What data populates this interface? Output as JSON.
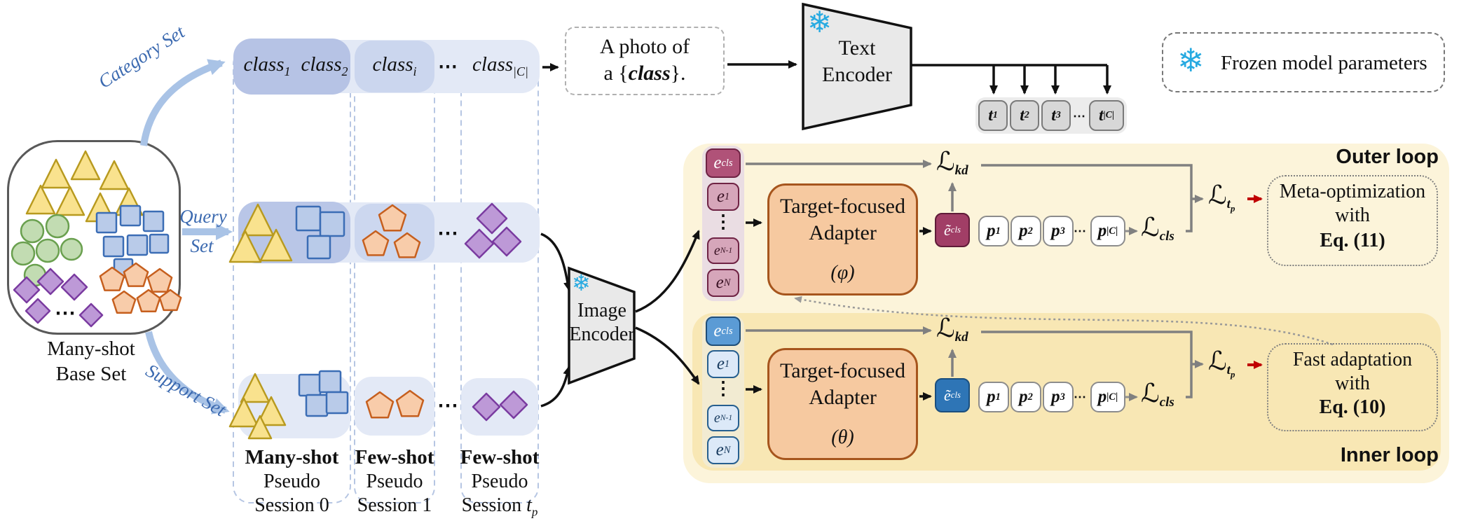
{
  "base_set": {
    "label_line1": "Many-shot",
    "label_line2": "Base Set",
    "dots": "⋯"
  },
  "flow_labels": {
    "category": "Category Set",
    "query_line1": "Query",
    "query_line2": "Set",
    "support": "Support Set"
  },
  "class_tokens": [
    {
      "base": "class",
      "sub": "1"
    },
    {
      "base": "class",
      "sub": "2"
    },
    {
      "base": "class",
      "sub": "i"
    },
    {
      "base": "class",
      "sub": "|C|"
    }
  ],
  "class_dots": "⋯",
  "prompt": {
    "line1": "A photo of",
    "line2_pre": "a {",
    "line2_class": "class",
    "line2_post": "}."
  },
  "text_encoder": {
    "line1": "Text",
    "line2": "Encoder"
  },
  "image_encoder": {
    "line1": "Image",
    "line2": "Encoder"
  },
  "t_tokens": [
    {
      "base": "t",
      "sub": "1"
    },
    {
      "base": "t",
      "sub": "2"
    },
    {
      "base": "t",
      "sub": "3"
    },
    {
      "base": "t",
      "sub": "|C|"
    }
  ],
  "t_dots": "⋯",
  "legend": {
    "label": "Frozen model parameters",
    "icon": "snowflake-icon"
  },
  "snowflake": "❄",
  "session_labels": [
    {
      "line1": "Many-shot",
      "line2": "Pseudo",
      "line3": "Session 0"
    },
    {
      "line1": "Few-shot",
      "line2": "Pseudo",
      "line3": "Session 1"
    },
    {
      "line1": "Few-shot",
      "line2": "Pseudo",
      "line3_pre": "Session ",
      "line3_var": "t",
      "line3_sub": "p"
    }
  ],
  "loops": {
    "outer": {
      "title": "Outer loop",
      "e_tokens": [
        {
          "base": "e",
          "sub": "cls"
        },
        {
          "base": "e",
          "sub": "1"
        },
        {
          "base": "e",
          "sub": "N-1"
        },
        {
          "base": "e",
          "sub": "N"
        }
      ],
      "vdots": "⋮",
      "adapter": {
        "line1": "Target-focused",
        "line2": "Adapter",
        "param": "(φ)"
      },
      "e_adapted": {
        "base": "ẽ",
        "sub": "cls"
      },
      "l_kd": {
        "base": "ℒ",
        "sub": "kd"
      },
      "p_tokens": [
        {
          "base": "p",
          "sub": "1"
        },
        {
          "base": "p",
          "sub": "2"
        },
        {
          "base": "p",
          "sub": "3"
        },
        {
          "base": "p",
          "sub": "|C|"
        }
      ],
      "p_dots": "⋯",
      "l_cls": {
        "base": "ℒ",
        "sub": "cls"
      },
      "l_tp": {
        "base": "ℒ",
        "sub": "t",
        "subsub": "p"
      },
      "result": {
        "line1": "Meta-optimization",
        "line2": "with",
        "line3": "Eq. (11)"
      }
    },
    "inner": {
      "title": "Inner loop",
      "e_tokens": [
        {
          "base": "e",
          "sub": "cls"
        },
        {
          "base": "e",
          "sub": "1"
        },
        {
          "base": "e",
          "sub": "N-1"
        },
        {
          "base": "e",
          "sub": "N"
        }
      ],
      "vdots": "⋮",
      "adapter": {
        "line1": "Target-focused",
        "line2": "Adapter",
        "param": "(θ)"
      },
      "e_adapted": {
        "base": "ẽ",
        "sub": "cls"
      },
      "l_kd": {
        "base": "ℒ",
        "sub": "kd"
      },
      "p_tokens": [
        {
          "base": "p",
          "sub": "1"
        },
        {
          "base": "p",
          "sub": "2"
        },
        {
          "base": "p",
          "sub": "3"
        },
        {
          "base": "p",
          "sub": "|C|"
        }
      ],
      "p_dots": "⋯",
      "l_cls": {
        "base": "ℒ",
        "sub": "cls"
      },
      "l_tp": {
        "base": "ℒ",
        "sub": "t",
        "subsub": "p"
      },
      "result": {
        "line1": "Fast adaptation",
        "line2": "with",
        "line3": "Eq. (10)"
      }
    }
  },
  "colors": {
    "accent_red": "#c00000",
    "frozen_blue": "#27aae1",
    "label_blue": "#3c6ab0",
    "panel_outer": "#fcf4da",
    "panel_inner": "#f8e7b4",
    "adapter_fill": "#f6c9a0",
    "adapter_border": "#a6551d",
    "token_maroon": "#b05278",
    "token_blue": "#5b9bd5",
    "gray_line": "#808080"
  },
  "shape_colors": {
    "tri": {
      "f": "#f9e28e",
      "s": "#b89a1f"
    },
    "circ": {
      "f": "#c2dcb2",
      "s": "#6aa04f"
    },
    "sq": {
      "f": "#b9cbe9",
      "s": "#3b6db5"
    },
    "dia": {
      "f": "#bd99d7",
      "s": "#7a3ba0"
    },
    "pent": {
      "f": "#f8ccaa",
      "s": "#c65f1e"
    }
  },
  "shape_groups": [
    {
      "name": "base-set-shapes",
      "items": [
        [
          "tri",
          80,
          248,
          40
        ],
        [
          "tri",
          122,
          236,
          40
        ],
        [
          "tri",
          163,
          250,
          40
        ],
        [
          "tri",
          58,
          285,
          40
        ],
        [
          "tri",
          100,
          287,
          40
        ],
        [
          "tri",
          143,
          296,
          40
        ],
        [
          "tri",
          184,
          288,
          38
        ],
        [
          "circ",
          46,
          330,
          32
        ],
        [
          "circ",
          82,
          323,
          32
        ],
        [
          "circ",
          33,
          362,
          32
        ],
        [
          "circ",
          68,
          358,
          32
        ],
        [
          "circ",
          102,
          356,
          30
        ],
        [
          "circ",
          50,
          393,
          30
        ],
        [
          "sq",
          152,
          318,
          28
        ],
        [
          "sq",
          186,
          308,
          28
        ],
        [
          "sq",
          219,
          316,
          28
        ],
        [
          "sq",
          162,
          352,
          28
        ],
        [
          "sq",
          196,
          350,
          28
        ],
        [
          "sq",
          227,
          348,
          26
        ],
        [
          "sq",
          176,
          383,
          26
        ],
        [
          "dia",
          38,
          414,
          36
        ],
        [
          "dia",
          72,
          402,
          36
        ],
        [
          "dia",
          106,
          410,
          36
        ],
        [
          "dia",
          54,
          444,
          34
        ],
        [
          "dia",
          130,
          450,
          32
        ],
        [
          "pent",
          160,
          400,
          36
        ],
        [
          "pent",
          194,
          394,
          36
        ],
        [
          "pent",
          228,
          402,
          36
        ],
        [
          "pent",
          177,
          433,
          34
        ],
        [
          "pent",
          212,
          431,
          34
        ],
        [
          "pent",
          243,
          430,
          32
        ]
      ]
    },
    {
      "name": "query-shapes",
      "items": [
        [
          "tri",
          368,
          314,
          44
        ],
        [
          "tri",
          350,
          352,
          44
        ],
        [
          "tri",
          394,
          350,
          44
        ],
        [
          "sq",
          440,
          312,
          34
        ],
        [
          "sq",
          474,
          320,
          34
        ],
        [
          "sq",
          455,
          353,
          32
        ],
        [
          "pent",
          560,
          313,
          40
        ],
        [
          "pent",
          536,
          349,
          38
        ],
        [
          "pent",
          581,
          352,
          38
        ],
        [
          "dia",
          702,
          312,
          42
        ],
        [
          "dia",
          684,
          348,
          40
        ],
        [
          "dia",
          723,
          345,
          40
        ]
      ]
    },
    {
      "name": "support-shapes",
      "items": [
        [
          "tri",
          364,
          554,
          40
        ],
        [
          "tri",
          348,
          589,
          40
        ],
        [
          "tri",
          387,
          587,
          40
        ],
        [
          "tri",
          371,
          610,
          32
        ],
        [
          "sq",
          442,
          550,
          30
        ],
        [
          "sq",
          471,
          545,
          30
        ],
        [
          "sq",
          452,
          579,
          30
        ],
        [
          "sq",
          481,
          575,
          30
        ],
        [
          "pent",
          542,
          580,
          40
        ],
        [
          "pent",
          585,
          578,
          40
        ],
        [
          "dia",
          694,
          581,
          38
        ],
        [
          "dia",
          733,
          578,
          38
        ]
      ]
    }
  ]
}
